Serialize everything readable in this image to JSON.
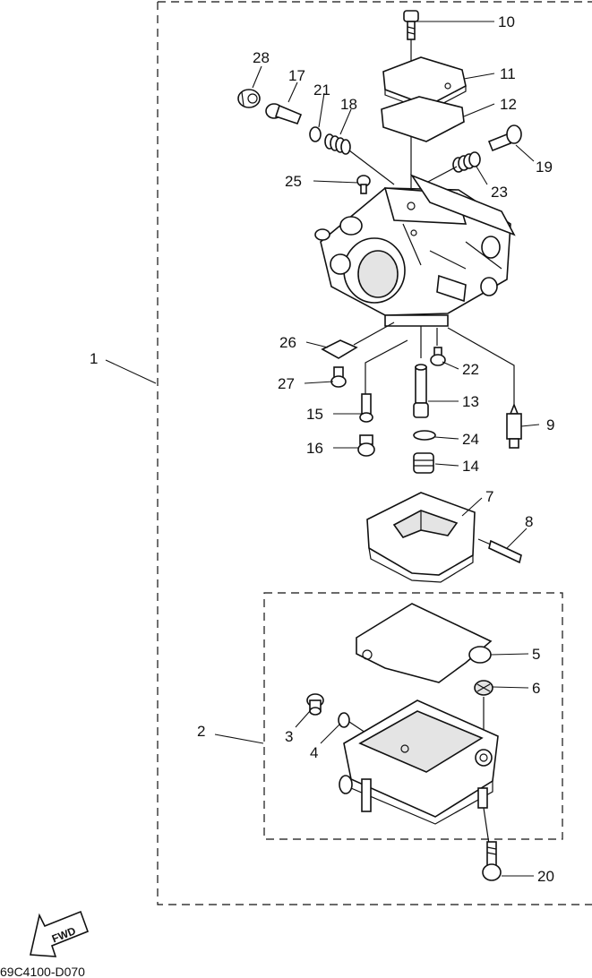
{
  "diagram": {
    "drawing_code": "69C4100-D070",
    "fwd_label": "FWD",
    "callouts": [
      {
        "id": "1",
        "label": "1"
      },
      {
        "id": "2",
        "label": "2"
      },
      {
        "id": "3",
        "label": "3"
      },
      {
        "id": "4",
        "label": "4"
      },
      {
        "id": "5",
        "label": "5"
      },
      {
        "id": "6",
        "label": "6"
      },
      {
        "id": "7",
        "label": "7"
      },
      {
        "id": "8",
        "label": "8"
      },
      {
        "id": "9",
        "label": "9"
      },
      {
        "id": "10",
        "label": "10"
      },
      {
        "id": "11",
        "label": "11"
      },
      {
        "id": "12",
        "label": "12"
      },
      {
        "id": "13",
        "label": "13"
      },
      {
        "id": "14",
        "label": "14"
      },
      {
        "id": "15",
        "label": "15"
      },
      {
        "id": "16",
        "label": "16"
      },
      {
        "id": "17",
        "label": "17"
      },
      {
        "id": "18",
        "label": "18"
      },
      {
        "id": "19",
        "label": "19"
      },
      {
        "id": "20",
        "label": "20"
      },
      {
        "id": "21",
        "label": "21"
      },
      {
        "id": "22",
        "label": "22"
      },
      {
        "id": "23",
        "label": "23"
      },
      {
        "id": "24",
        "label": "24"
      },
      {
        "id": "25",
        "label": "25"
      },
      {
        "id": "26",
        "label": "26"
      },
      {
        "id": "27",
        "label": "27"
      },
      {
        "id": "28",
        "label": "28"
      }
    ]
  }
}
